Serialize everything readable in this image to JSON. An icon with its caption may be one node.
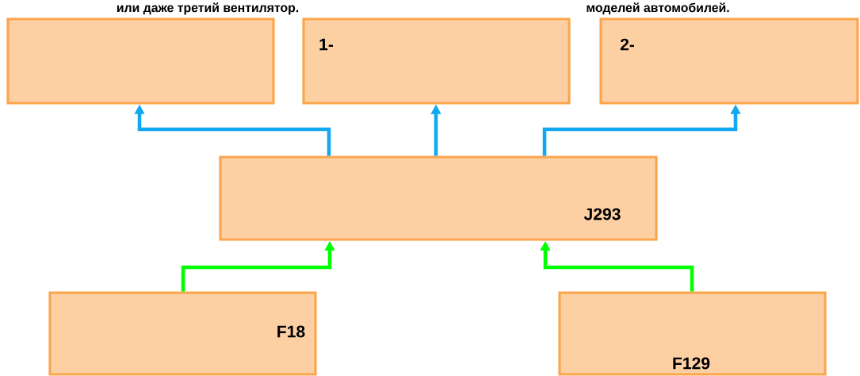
{
  "diagram": {
    "nodes": [
      {
        "text": [],
        "shape": "box"
      },
      {
        "text": [
          "1-"
        ]
      },
      {
        "text": [
          "2-"
        ]
      },
      {
        "text": [
          "J293"
        ]
      },
      {
        "text": [
          "F18"
        ]
      },
      {
        "text": [
          "F129"
        ]
      }
    ],
    "edges": [
      {
        "from": 3,
        "to": 0,
        "arrow": "to"
      },
      {
        "from": 3,
        "to": 1,
        "arrow": "to"
      },
      {
        "from": 3,
        "to": 2,
        "arrow": "to"
      },
      {
        "from": 4,
        "to": 3,
        "arrow": "to",
        "color": "#00ff00"
      },
      {
        "from": 5,
        "to": 3,
        "arrow": "to",
        "color": "#00ff00"
      }
    ],
    "labels": [
      "или даже третий вентилятор.",
      "моделей автомобилей."
    ]
  }
}
